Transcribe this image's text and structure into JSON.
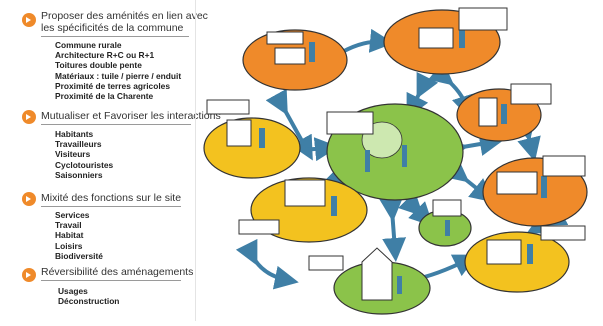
{
  "sections": [
    {
      "title_line1": "Proposer des aménités en lien avec",
      "title_line2": "les spécificités de la commune",
      "items": [
        "Commune rurale",
        "Architecture R+C ou R+1",
        "Toitures double pente",
        "Matériaux : tuile / pierre / enduit",
        "Proximité de terres agricoles",
        "Proximité de la Charente"
      ]
    },
    {
      "title": "Mutualiser et Favoriser les interactions",
      "items": [
        "Habitants",
        "Travailleurs",
        "Visiteurs",
        "Cyclotouristes",
        "Saisonniers"
      ]
    },
    {
      "title": "Mixité des fonctions sur le site",
      "items": [
        "Services",
        "Travail",
        "Habitat",
        "Loisirs",
        "Biodiversité"
      ]
    },
    {
      "title": "Réversibilité des aménagements",
      "items": [
        "Usages",
        "Déconstruction"
      ]
    }
  ],
  "colors": {
    "accent_orange": "#ef8a2a",
    "yellow": "#f3c21f",
    "green": "#8bc34a",
    "arrow_blue": "#3f7fa6"
  },
  "icons": [
    "chevron-right-icon"
  ]
}
